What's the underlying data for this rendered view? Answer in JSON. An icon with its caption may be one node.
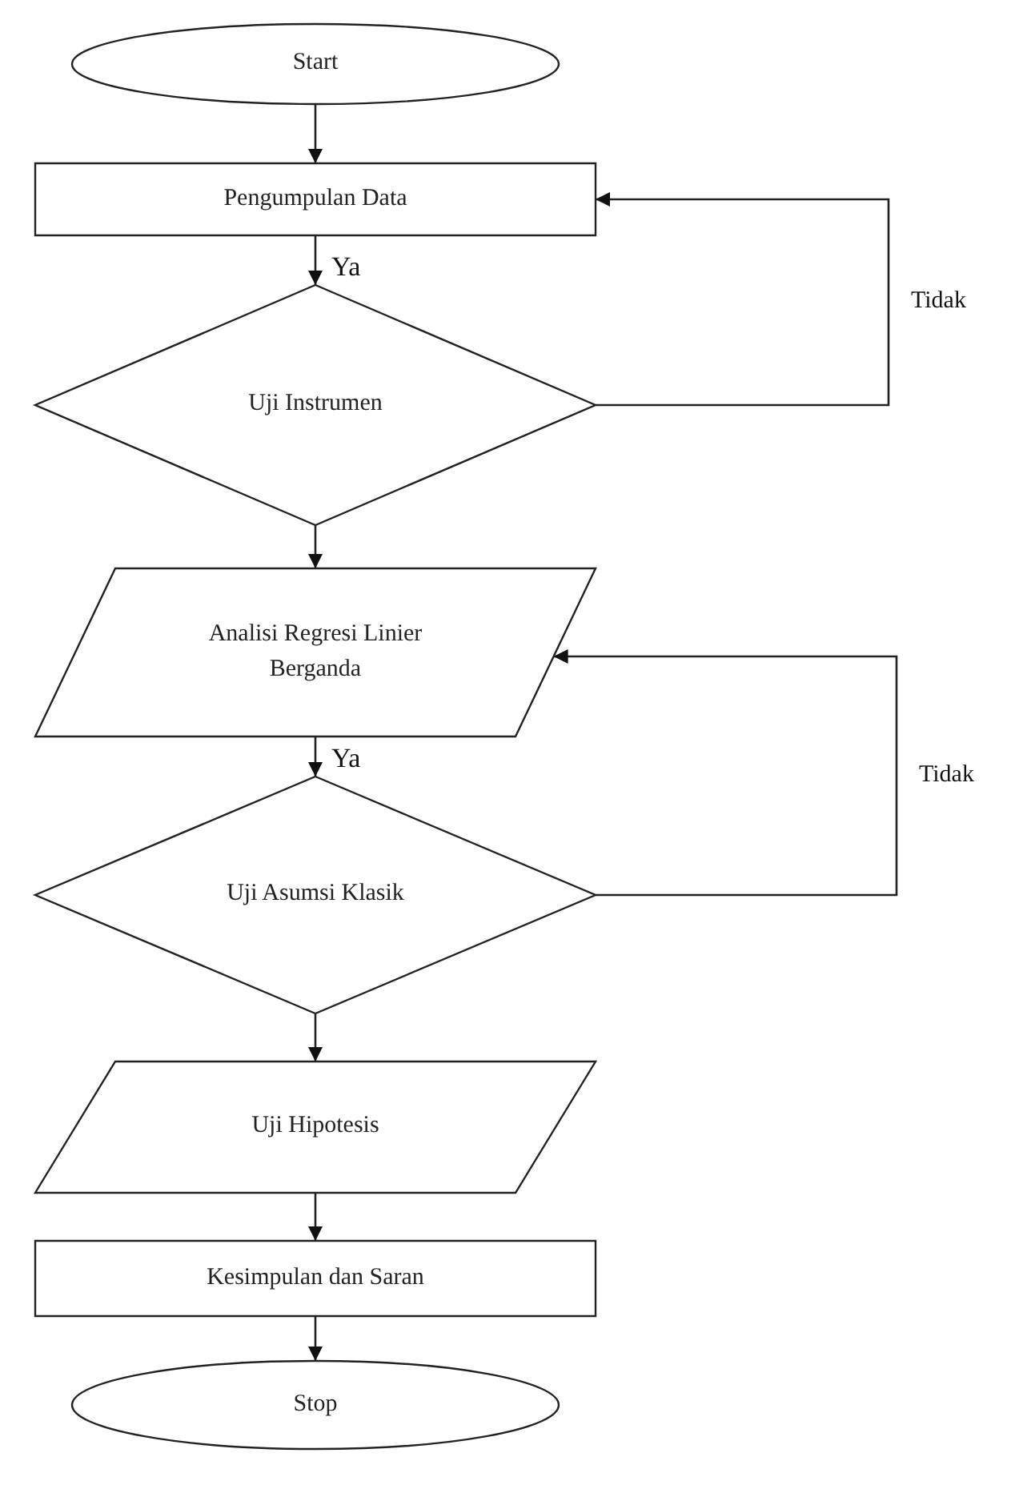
{
  "diagram": {
    "nodes": [
      {
        "text": [
          "Start"
        ]
      },
      {
        "text": [
          "Pengumpulan Data"
        ]
      },
      {
        "text": [
          "Uji Instrumen"
        ]
      },
      {
        "text": [
          "Analisi Regresi Linier Berganda"
        ]
      },
      {
        "text": [
          "Uji Asumsi Klasik"
        ]
      },
      {
        "text": [
          "Uji Hipotesis"
        ]
      },
      {
        "text": [
          "Kesimpulan dan Saran"
        ]
      },
      {
        "text": [
          "Stop"
        ]
      }
    ],
    "edges": [
      {
        "from": 0,
        "to": 1,
        "arrow": "to"
      },
      {
        "from": 1,
        "to": 2,
        "arrow": "to",
        "label": "Ya"
      },
      {
        "from": 2,
        "to": 1,
        "arrow": "to",
        "label": "Tidak"
      },
      {
        "from": 2,
        "to": 3,
        "arrow": "to"
      },
      {
        "from": 3,
        "to": 4,
        "arrow": "to",
        "label": "Ya"
      },
      {
        "from": 4,
        "to": 3,
        "arrow": "to",
        "label": "Tidak"
      },
      {
        "from": 4,
        "to": 5,
        "arrow": "to"
      },
      {
        "from": 5,
        "to": 6,
        "arrow": "to"
      },
      {
        "from": 6,
        "to": 7,
        "arrow": "to"
      }
    ]
  }
}
